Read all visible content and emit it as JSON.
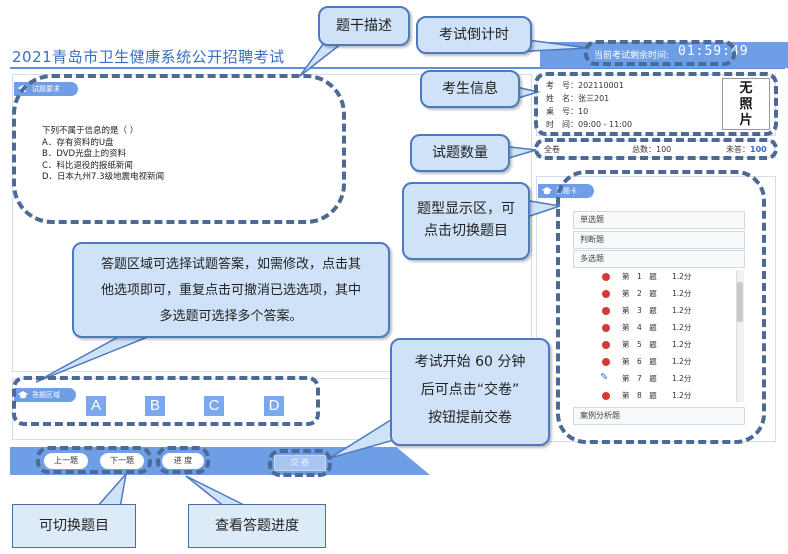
{
  "exam": {
    "title": "2021青岛市卫生健康系统公开招聘考试",
    "countdown_label": "当前考试剩余时间:",
    "countdown_time": "01:59:49"
  },
  "question_panel": {
    "heading": "试题要求",
    "question": "下列不属于信息的是（   ）",
    "options": [
      "A．存有资料的U盘",
      "B．DVD光盘上的资料",
      "C．科比退役的报纸新闻",
      "D．日本九州7.3级地震电视新闻"
    ]
  },
  "answer_panel": {
    "heading": "答题区域",
    "choices": [
      "A",
      "B",
      "C",
      "D"
    ]
  },
  "footer": {
    "prev_label": "上一题",
    "next_label": "下一题",
    "progress_label": "进 度",
    "submit_label": "交 卷"
  },
  "candidate": {
    "exam_no_label": "考　号：",
    "exam_no": "202110001",
    "name_label": "姓　名：",
    "name": "张三201",
    "seat_label": "桌　号：",
    "seat": "10",
    "time_label": "时　间：",
    "time": "09:00 - 11:00",
    "photo_text_1": "无",
    "photo_text_2": "照",
    "photo_text_3": "片"
  },
  "counts": {
    "full_label": "全卷",
    "total_label": "总数：",
    "total": "100",
    "unanswered_label": "未答：",
    "unanswered": "100"
  },
  "answer_card": {
    "heading": "答题卡",
    "types": [
      "单选题",
      "判断题",
      "多选题"
    ],
    "questions": [
      {
        "label": "第　1　题",
        "score": "1.2分",
        "marker": "red-dot"
      },
      {
        "label": "第　2　题",
        "score": "1.2分",
        "marker": "red-dot"
      },
      {
        "label": "第　3　题",
        "score": "1.2分",
        "marker": "red-dot"
      },
      {
        "label": "第　4　题",
        "score": "1.2分",
        "marker": "red-dot"
      },
      {
        "label": "第　5　题",
        "score": "1.2分",
        "marker": "red-dot"
      },
      {
        "label": "第　6　题",
        "score": "1.2分",
        "marker": "red-dot"
      },
      {
        "label": "第　7　题",
        "score": "1.2分",
        "marker": "pencil"
      },
      {
        "label": "第　8　题",
        "score": "1.2分",
        "marker": "red-dot"
      }
    ],
    "last_type": "案例分析题"
  },
  "annotations": {
    "stem": "题干描述",
    "countdown": "考试倒计时",
    "candidate_info": "考生信息",
    "question_count": "试题数量",
    "type_area_1": "题型显示区，可",
    "type_area_2": "点击切换题目",
    "answer_area_1": "答题区域可选择试题答案，如需修改，点击其",
    "answer_area_2": "他选项即可，重复点击可撤消已选选项，其中",
    "answer_area_3": "多选题可选择多个答案。",
    "submit_1": "考试开始 60 分钟",
    "submit_2": "后可点击“交卷”",
    "submit_3": "按钮提前交卷",
    "switch": "可切换题目",
    "progress": "查看答题进度"
  },
  "colors": {
    "brand_blue": "#6e9ee6",
    "callout_fill": "#cfe2f8",
    "dash_outline": "#4d6a96",
    "unanswered_dot": "#d23a3a"
  }
}
